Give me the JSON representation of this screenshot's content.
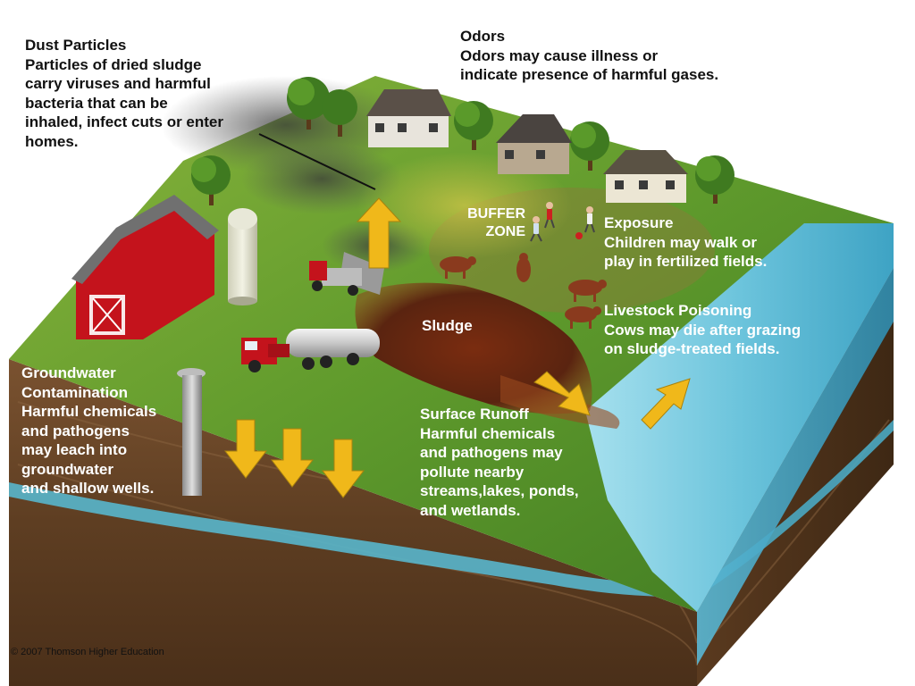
{
  "labels": {
    "dust": {
      "title": "Dust Particles",
      "lines": [
        "Particles of dried sludge",
        "carry viruses and harmful",
        "bacteria that can be",
        "inhaled, infect cuts or enter",
        "homes."
      ]
    },
    "odors": {
      "title": "Odors",
      "lines": [
        "Odors may cause illness or",
        "indicate presence of harmful gases."
      ]
    },
    "buffer_zone": {
      "lines": [
        "BUFFER",
        "ZONE"
      ]
    },
    "exposure": {
      "title": "Exposure",
      "lines": [
        "Children may walk or",
        "play in fertilized fields."
      ]
    },
    "livestock": {
      "title": "Livestock Poisoning",
      "lines": [
        "Cows may die after grazing",
        "on sludge-treated fields."
      ]
    },
    "sludge": {
      "title": "Sludge"
    },
    "groundwater": {
      "title": "Groundwater",
      "lines": [
        "Contamination",
        "Harmful chemicals",
        "and pathogens",
        "may leach into",
        "groundwater",
        "and shallow wells."
      ]
    },
    "runoff": {
      "title": "Surface Runoff",
      "lines": [
        "Harmful chemicals",
        "and pathogens may",
        "pollute nearby",
        "streams,lakes, ponds,",
        "and wetlands."
      ]
    }
  },
  "copyright": "© 2007 Thomson Higher Education",
  "colors": {
    "grass": "#5f9a2c",
    "soil": "#6e4a2a",
    "water": "#6cc4dc",
    "sludge": "#6b2a12",
    "arrow": "#f0b81a",
    "barn": "#c4131c"
  }
}
